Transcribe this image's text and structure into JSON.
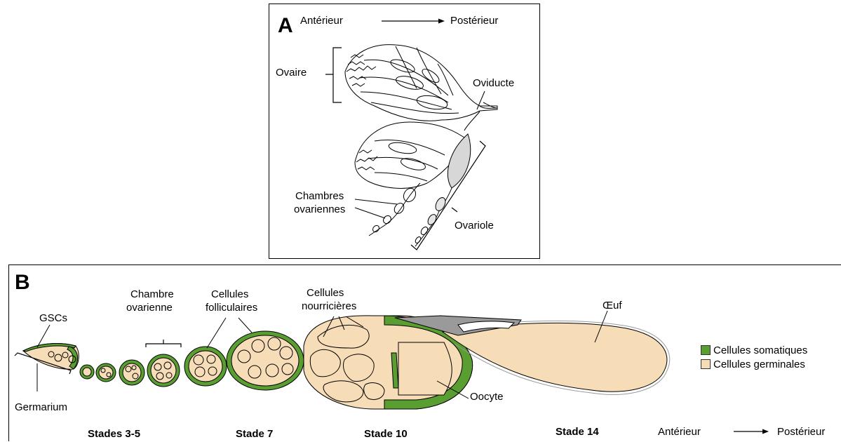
{
  "panel_a": {
    "letter": "A",
    "axis": {
      "anterior": "Antérieur",
      "posterior": "Postérieur"
    },
    "labels": {
      "ovaire": "Ovaire",
      "oviducte": "Oviducte",
      "chambres_1": "Chambres",
      "chambres_2": "ovariennes",
      "ovariole": "Ovariole"
    }
  },
  "panel_b": {
    "letter": "B",
    "labels": {
      "gscs": "GSCs",
      "germarium": "Germarium",
      "chambre_1": "Chambre",
      "chambre_2": "ovarienne",
      "folliculaires_1": "Cellules",
      "folliculaires_2": "folliculaires",
      "nourricieres_1": "Cellules",
      "nourricieres_2": "nourricières",
      "oeuf": "Œuf",
      "oocyte": "Oocyte"
    },
    "stages": [
      "Stades 3-5",
      "Stade 7",
      "Stade 10",
      "Stade 14"
    ],
    "axis": {
      "anterior": "Antérieur",
      "posterior": "Postérieur"
    },
    "legend": [
      {
        "label": "Cellules somatiques",
        "color": "#5a9e32"
      },
      {
        "label": "Cellules germinales",
        "color": "#f7dcb8"
      }
    ]
  },
  "colors": {
    "somatic": "#5a9e32",
    "germline": "#f7dcb8",
    "line": "#000000",
    "grey": "#cfcfcf"
  }
}
